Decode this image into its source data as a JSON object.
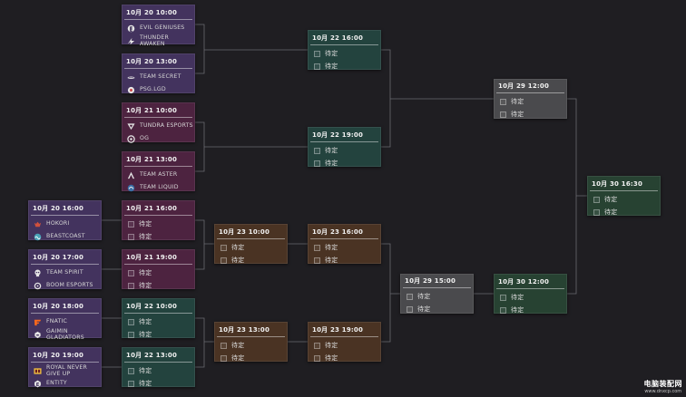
{
  "pending_label": "待定",
  "matches": [
    {
      "id": "ub-r1-1",
      "time": "10月 20 10:00",
      "color": "purple",
      "teams": [
        {
          "name": "EVIL GENIUSES",
          "icon": "evil-geniuses-logo"
        },
        {
          "name": "THUNDER AWAKEN",
          "icon": "thunder-awaken-logo"
        }
      ]
    },
    {
      "id": "ub-r1-2",
      "time": "10月 20 13:00",
      "color": "purple",
      "teams": [
        {
          "name": "TEAM SECRET",
          "icon": "team-secret-logo"
        },
        {
          "name": "PSG.LGD",
          "icon": "psg-lgd-logo"
        }
      ]
    },
    {
      "id": "ub-r1-3",
      "time": "10月 21 10:00",
      "color": "magenta",
      "teams": [
        {
          "name": "TUNDRA ESPORTS",
          "icon": "tundra-esports-logo"
        },
        {
          "name": "OG",
          "icon": "og-logo"
        }
      ]
    },
    {
      "id": "ub-r1-4",
      "time": "10月 21 13:00",
      "color": "magenta",
      "teams": [
        {
          "name": "TEAM ASTER",
          "icon": "team-aster-logo"
        },
        {
          "name": "TEAM LIQUID",
          "icon": "team-liquid-logo"
        }
      ]
    },
    {
      "id": "ub-r2-1",
      "time": "10月 22 16:00",
      "color": "teal",
      "teams": [
        {
          "name": "待定",
          "pending": true
        },
        {
          "name": "待定",
          "pending": true
        }
      ]
    },
    {
      "id": "ub-r2-2",
      "time": "10月 22 19:00",
      "color": "teal",
      "teams": [
        {
          "name": "待定",
          "pending": true
        },
        {
          "name": "待定",
          "pending": true
        }
      ]
    },
    {
      "id": "ub-final",
      "time": "10月 29 12:00",
      "color": "gray",
      "teams": [
        {
          "name": "待定",
          "pending": true
        },
        {
          "name": "待定",
          "pending": true
        }
      ]
    },
    {
      "id": "grand-final",
      "time": "10月 30 16:30",
      "color": "green",
      "teams": [
        {
          "name": "待定",
          "pending": true
        },
        {
          "name": "待定",
          "pending": true
        }
      ]
    },
    {
      "id": "lb-r1-1",
      "time": "10月 20 16:00",
      "color": "purple",
      "teams": [
        {
          "name": "HOKORI",
          "icon": "hokori-logo"
        },
        {
          "name": "BEASTCOAST",
          "icon": "beastcoast-logo"
        }
      ]
    },
    {
      "id": "lb-r1-2",
      "time": "10月 20 17:00",
      "color": "purple",
      "teams": [
        {
          "name": "TEAM SPIRIT",
          "icon": "team-spirit-logo"
        },
        {
          "name": "BOOM ESPORTS",
          "icon": "boom-esports-logo"
        }
      ]
    },
    {
      "id": "lb-r1-3",
      "time": "10月 20 18:00",
      "color": "purple",
      "teams": [
        {
          "name": "FNATIC",
          "icon": "fnatic-logo"
        },
        {
          "name": "GAIMIN GLADIATORS",
          "icon": "gaimin-gladiators-logo"
        }
      ]
    },
    {
      "id": "lb-r1-4",
      "time": "10月 20 19:00",
      "color": "purple",
      "teams": [
        {
          "name": "ROYAL NEVER GIVE UP",
          "icon": "rng-logo"
        },
        {
          "name": "ENTITY",
          "icon": "entity-logo"
        }
      ]
    },
    {
      "id": "lb-r2-1",
      "time": "10月 21 16:00",
      "color": "magenta",
      "teams": [
        {
          "name": "待定",
          "pending": true
        },
        {
          "name": "待定",
          "pending": true
        }
      ]
    },
    {
      "id": "lb-r2-2",
      "time": "10月 21 19:00",
      "color": "magenta",
      "teams": [
        {
          "name": "待定",
          "pending": true
        },
        {
          "name": "待定",
          "pending": true
        }
      ]
    },
    {
      "id": "lb-r2-3",
      "time": "10月 22 10:00",
      "color": "teal",
      "teams": [
        {
          "name": "待定",
          "pending": true
        },
        {
          "name": "待定",
          "pending": true
        }
      ]
    },
    {
      "id": "lb-r2-4",
      "time": "10月 22 13:00",
      "color": "teal",
      "teams": [
        {
          "name": "待定",
          "pending": true
        },
        {
          "name": "待定",
          "pending": true
        }
      ]
    },
    {
      "id": "lb-r3-1",
      "time": "10月 23 10:00",
      "color": "brown",
      "teams": [
        {
          "name": "待定",
          "pending": true
        },
        {
          "name": "待定",
          "pending": true
        }
      ]
    },
    {
      "id": "lb-r3-2",
      "time": "10月 23 13:00",
      "color": "brown",
      "teams": [
        {
          "name": "待定",
          "pending": true
        },
        {
          "name": "待定",
          "pending": true
        }
      ]
    },
    {
      "id": "lb-r4-1",
      "time": "10月 23 16:00",
      "color": "brown",
      "teams": [
        {
          "name": "待定",
          "pending": true
        },
        {
          "name": "待定",
          "pending": true
        }
      ]
    },
    {
      "id": "lb-r4-2",
      "time": "10月 23 19:00",
      "color": "brown",
      "teams": [
        {
          "name": "待定",
          "pending": true
        },
        {
          "name": "待定",
          "pending": true
        }
      ]
    },
    {
      "id": "lb-semi",
      "time": "10月 29 15:00",
      "color": "gray",
      "teams": [
        {
          "name": "待定",
          "pending": true
        },
        {
          "name": "待定",
          "pending": true
        }
      ]
    },
    {
      "id": "lb-final",
      "time": "10月 30 12:00",
      "color": "green",
      "teams": [
        {
          "name": "待定",
          "pending": true
        },
        {
          "name": "待定",
          "pending": true
        }
      ]
    }
  ],
  "watermark": {
    "title": "电脑装配网",
    "url": "www.dnxcp.com"
  }
}
